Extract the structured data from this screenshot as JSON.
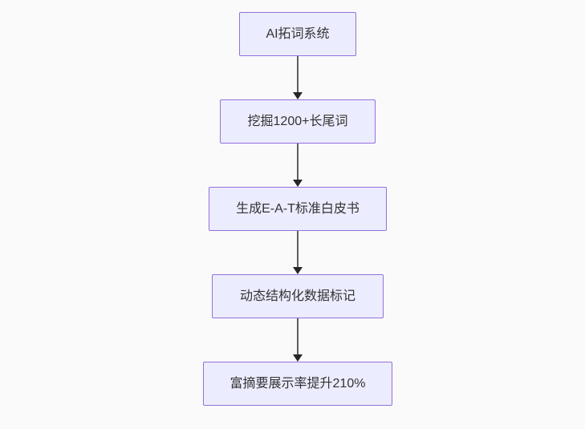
{
  "diagram": {
    "type": "flowchart",
    "direction": "top-to-bottom",
    "nodes": [
      {
        "label": "AI拓词系统"
      },
      {
        "label": "挖掘1200+长尾词"
      },
      {
        "label": "生成E-A-T标准白皮书"
      },
      {
        "label": "动态结构化数据标记"
      },
      {
        "label": "富摘要展示率提升210%"
      }
    ],
    "edges": [
      {
        "from": 0,
        "to": 1,
        "type": "arrow"
      },
      {
        "from": 1,
        "to": 2,
        "type": "arrow"
      },
      {
        "from": 2,
        "to": 3,
        "type": "arrow"
      },
      {
        "from": 3,
        "to": 4,
        "type": "arrow"
      }
    ],
    "colors": {
      "background": "#fafafa",
      "node_fill": "#ececff",
      "node_border": "#9370db",
      "text": "#333333",
      "arrow_line": "#5f5f5f",
      "arrow_head": "#262626"
    }
  }
}
